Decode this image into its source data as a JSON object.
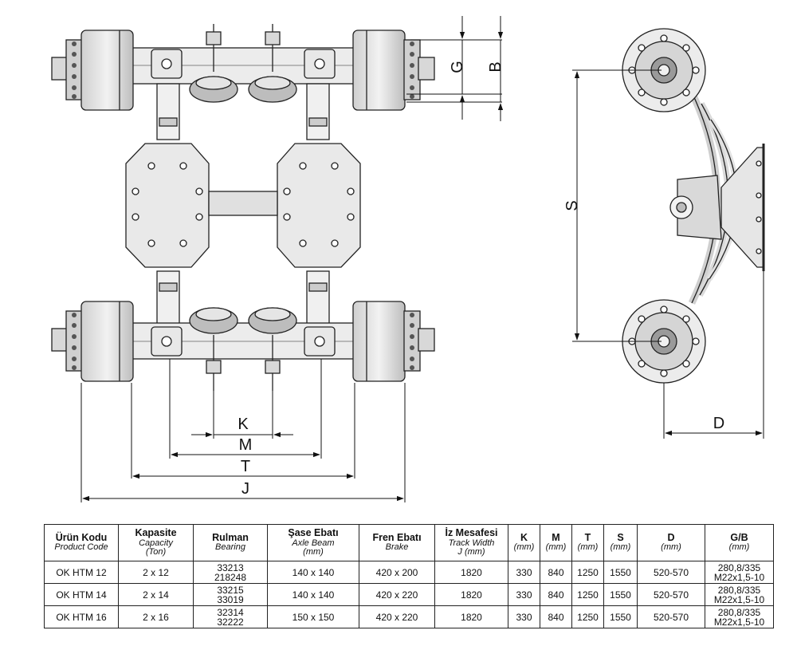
{
  "diagram": {
    "dimension_labels": {
      "G": "G",
      "B": "B",
      "S": "S",
      "D": "D",
      "K": "K",
      "M": "M",
      "T": "T",
      "J": "J"
    }
  },
  "table": {
    "headers": [
      {
        "main": "Ürün Kodu",
        "sub": [
          "Product Code"
        ]
      },
      {
        "main": "Kapasite",
        "sub": [
          "Capacity",
          "(Ton)"
        ]
      },
      {
        "main": "Rulman",
        "sub": [
          "Bearing"
        ]
      },
      {
        "main": "Şase Ebatı",
        "sub": [
          "Axle Beam",
          "(mm)"
        ]
      },
      {
        "main": "Fren Ebatı",
        "sub": [
          "Brake"
        ]
      },
      {
        "main": "İz Mesafesi",
        "sub": [
          "Track Width",
          "J (mm)"
        ]
      },
      {
        "main": "K",
        "sub": [
          "(mm)"
        ]
      },
      {
        "main": "M",
        "sub": [
          "(mm)"
        ]
      },
      {
        "main": "T",
        "sub": [
          "(mm)"
        ]
      },
      {
        "main": "S",
        "sub": [
          "(mm)"
        ]
      },
      {
        "main": "D",
        "sub": [
          "(mm)"
        ]
      },
      {
        "main": "G/B",
        "sub": [
          "(mm)"
        ]
      }
    ],
    "rows": [
      {
        "product_code": "OK HTM 12",
        "capacity": "2 x 12",
        "bearing": [
          "33213",
          "218248"
        ],
        "axle_beam": "140 x 140",
        "brake": "420 x 200",
        "track_width": "1820",
        "K": "330",
        "M": "840",
        "T": "1250",
        "S": "1550",
        "D": "520-570",
        "GB": [
          "280,8/335",
          "M22x1,5-10"
        ]
      },
      {
        "product_code": "OK HTM 14",
        "capacity": "2 x 14",
        "bearing": [
          "33215",
          "33019"
        ],
        "axle_beam": "140 x 140",
        "brake": "420 x 220",
        "track_width": "1820",
        "K": "330",
        "M": "840",
        "T": "1250",
        "S": "1550",
        "D": "520-570",
        "GB": [
          "280,8/335",
          "M22x1,5-10"
        ]
      },
      {
        "product_code": "OK HTM 16",
        "capacity": "2 x 16",
        "bearing": [
          "32314",
          "32222"
        ],
        "axle_beam": "150 x 150",
        "brake": "420 x 220",
        "track_width": "1820",
        "K": "330",
        "M": "840",
        "T": "1250",
        "S": "1550",
        "D": "520-570",
        "GB": [
          "280,8/335",
          "M22x1,5-10"
        ]
      }
    ]
  }
}
